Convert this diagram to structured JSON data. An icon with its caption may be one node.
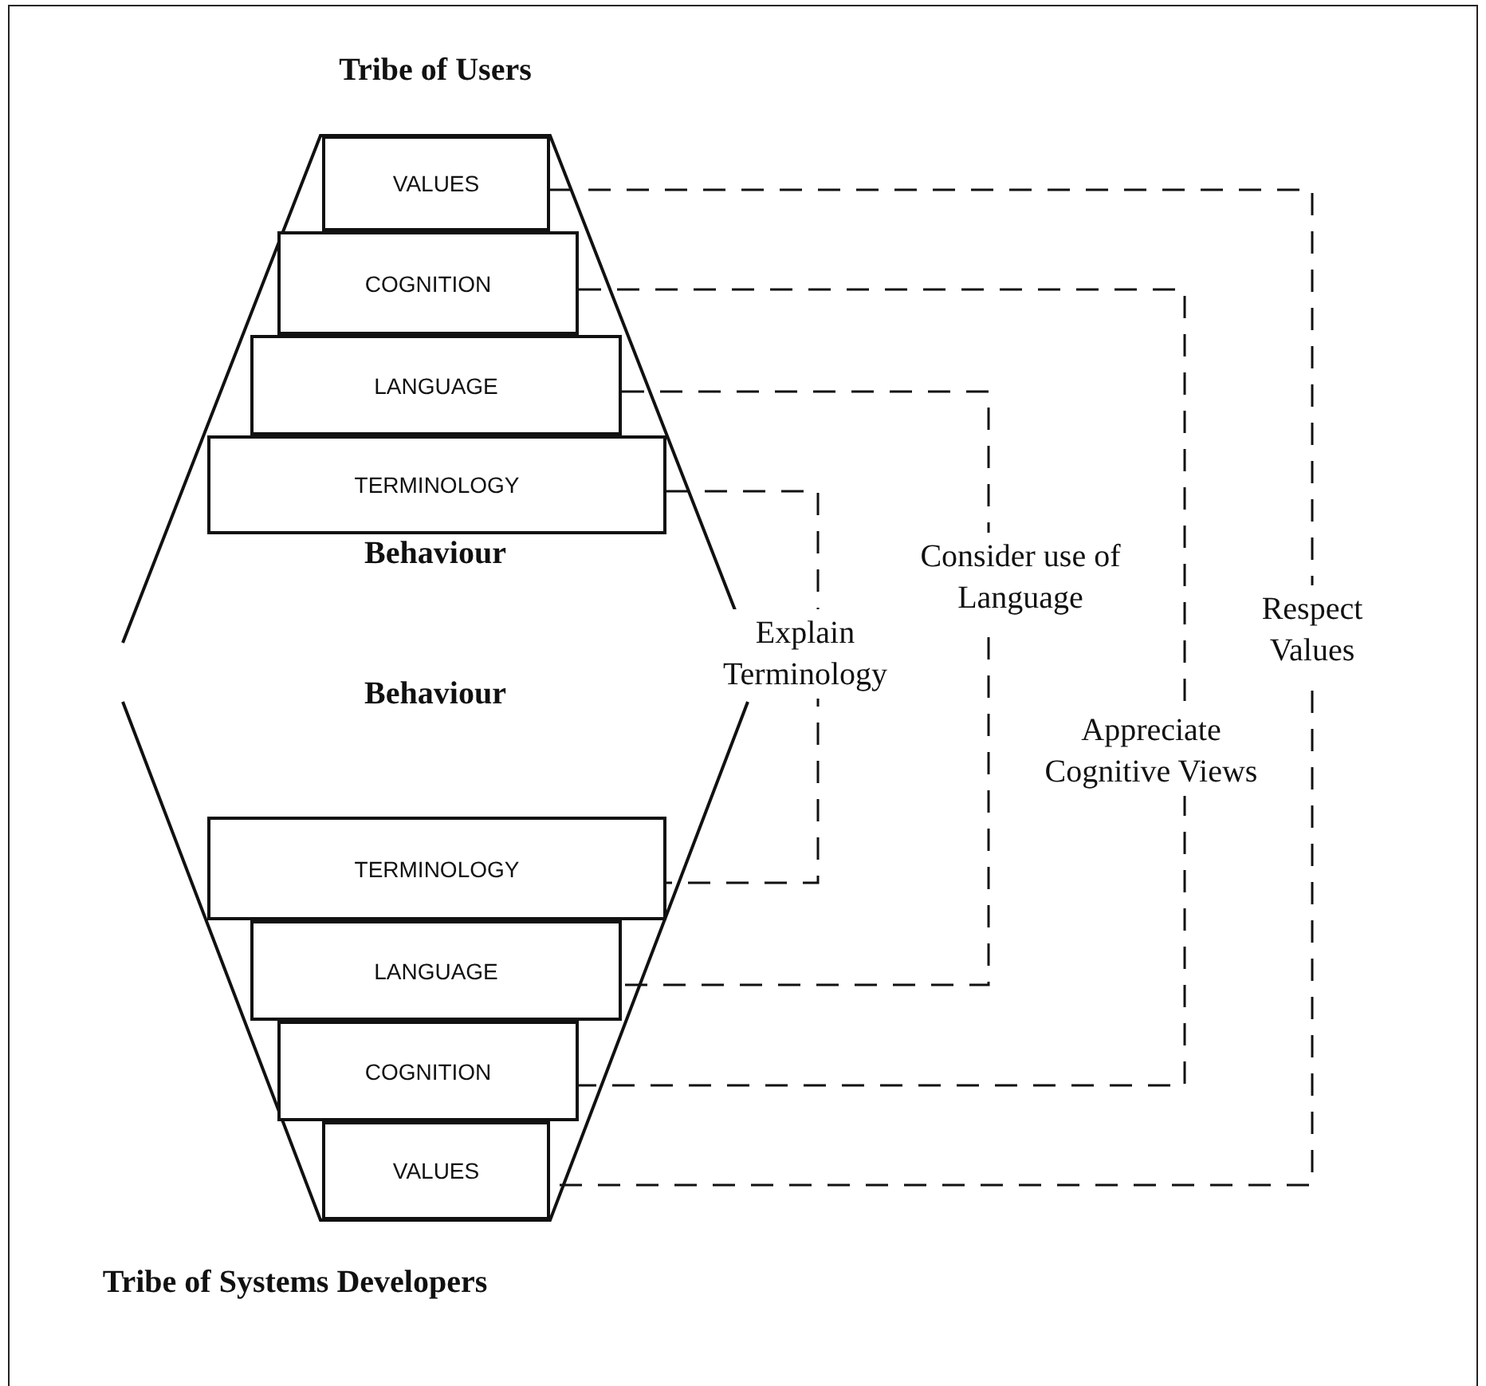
{
  "diagram": {
    "nodes": [
      {
        "text": [
          "Tribe of Users",
          "Behaviour"
        ]
      },
      {
        "text": [
          "VALUES"
        ],
        "in": 0
      },
      {
        "text": [
          "COGNITION"
        ],
        "in": 0
      },
      {
        "text": [
          "LANGUAGE"
        ],
        "in": 0
      },
      {
        "text": [
          "TERMINOLOGY"
        ],
        "in": 0
      },
      {
        "text": [
          "Behaviour",
          "Tribe of Systems Developers"
        ]
      },
      {
        "text": [
          "TERMINOLOGY"
        ],
        "in": 5
      },
      {
        "text": [
          "LANGUAGE"
        ],
        "in": 5
      },
      {
        "text": [
          "COGNITION"
        ],
        "in": 5
      },
      {
        "text": [
          "VALUES"
        ],
        "in": 5
      }
    ],
    "edges": [
      {
        "from": 4,
        "to": 6,
        "arrow": "none",
        "style": "dashed",
        "label": "Explain Terminology"
      },
      {
        "from": 3,
        "to": 7,
        "arrow": "none",
        "style": "dashed",
        "label": "Consider use of Language"
      },
      {
        "from": 2,
        "to": 8,
        "arrow": "none",
        "style": "dashed",
        "label": "Appreciate Cognitive Views"
      },
      {
        "from": 1,
        "to": 9,
        "arrow": "none",
        "style": "dashed",
        "label": "Respect Values"
      }
    ]
  }
}
